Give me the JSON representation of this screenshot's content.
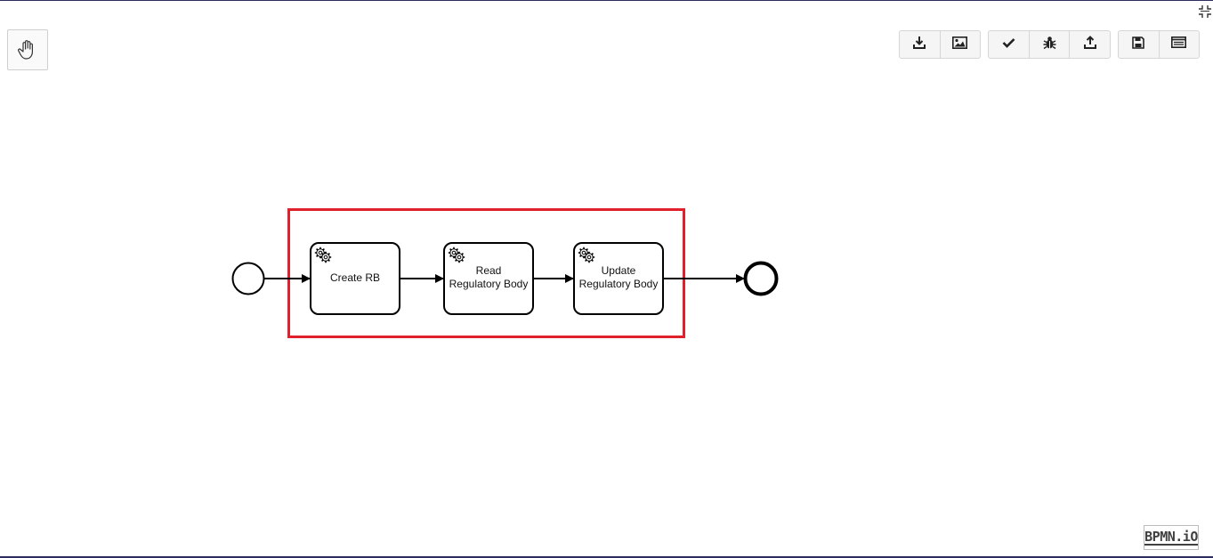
{
  "toolbar": {
    "palette": {
      "hand_tool_icon": "hand-tool-icon"
    },
    "groups": [
      {
        "buttons": [
          {
            "name": "download-button",
            "icon": "download-icon"
          },
          {
            "name": "export-image-button",
            "icon": "image-icon"
          }
        ]
      },
      {
        "buttons": [
          {
            "name": "validate-button",
            "icon": "check-icon"
          },
          {
            "name": "debug-button",
            "icon": "bug-icon"
          },
          {
            "name": "upload-button",
            "icon": "upload-icon"
          }
        ]
      },
      {
        "buttons": [
          {
            "name": "save-button",
            "icon": "save-icon"
          },
          {
            "name": "properties-panel-button",
            "icon": "panel-icon"
          }
        ]
      }
    ],
    "collapse_icon": "collapse-icon"
  },
  "diagram": {
    "tasks": [
      {
        "label_lines": [
          "Create RB"
        ]
      },
      {
        "label_lines": [
          "Read",
          "Regulatory Body"
        ]
      },
      {
        "label_lines": [
          "Update",
          "Regulatory Body"
        ]
      }
    ],
    "highlight_color": "#e0202a"
  },
  "branding": {
    "logo_text": "BPMN.iO"
  }
}
